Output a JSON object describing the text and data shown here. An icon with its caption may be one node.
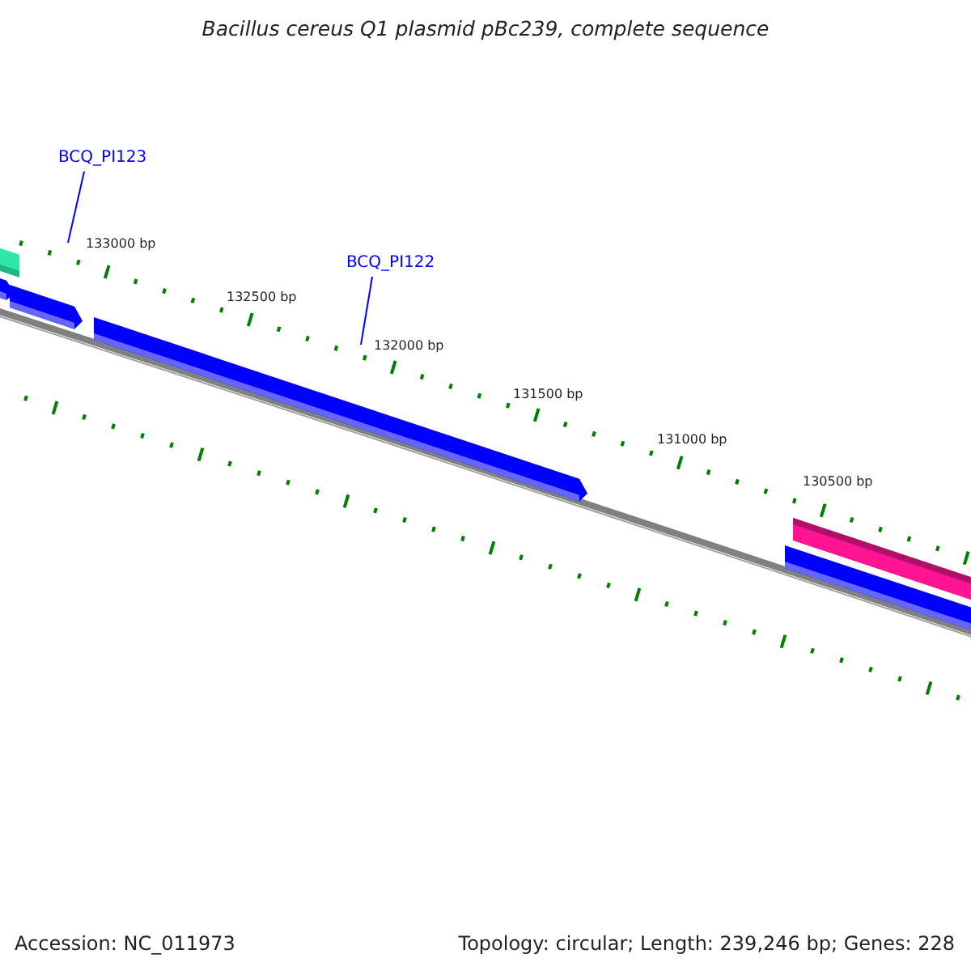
{
  "diagram": {
    "title": "Bacillus cereus Q1 plasmid pBc239, complete sequence",
    "nodes": [
      {
        "text": [
          "BCQ_PI123"
        ]
      },
      {
        "text": [
          "BCQ_PI122"
        ]
      }
    ],
    "edges": [
      {
        "from": 0,
        "to": null,
        "arrow": "none"
      },
      {
        "from": 1,
        "to": null,
        "arrow": "none"
      }
    ],
    "labels": [
      "133000 bp",
      "132500 bp",
      "132000 bp",
      "131500 bp",
      "131000 bp",
      "130500 bp",
      "Accession: NC_011973",
      "Topology: circular; Length: 239,246 bp; Genes: 228"
    ]
  }
}
